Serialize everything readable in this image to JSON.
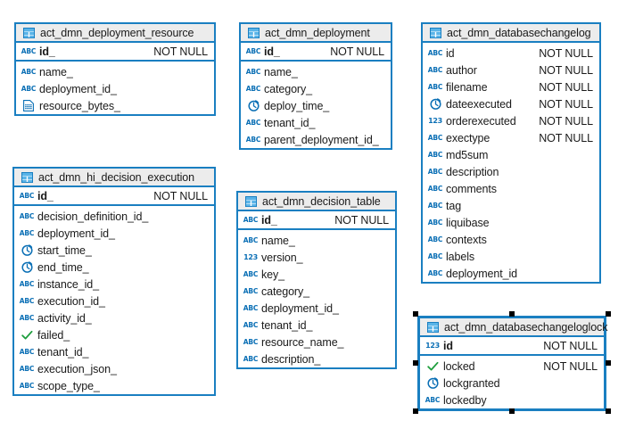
{
  "canvas": {
    "background": "#ffffff",
    "accent_color": "#1a7fc1",
    "header_background": "#ececec",
    "icon_color": "#0a6fb5",
    "boolean_icon_color": "#1e9e3e",
    "text_color": "#1a1a1a"
  },
  "flags": {
    "not_null": "NOT NULL"
  },
  "icons": {
    "table": "table-icon",
    "varchar": "abc-icon",
    "number": "123-icon",
    "timestamp": "clock-icon",
    "boolean": "check-icon",
    "blob": "blob-icon"
  },
  "entities": [
    {
      "name": "act_dmn_deployment_resource",
      "selected": false,
      "pk_divider": true,
      "keys": [
        {
          "name": "id_",
          "icon": "abc-icon",
          "flag": "NOT NULL"
        }
      ],
      "columns": [
        {
          "name": "name_",
          "icon": "abc-icon",
          "flag": ""
        },
        {
          "name": "deployment_id_",
          "icon": "abc-icon",
          "flag": ""
        },
        {
          "name": "resource_bytes_",
          "icon": "blob-icon",
          "flag": ""
        }
      ]
    },
    {
      "name": "act_dmn_deployment",
      "selected": false,
      "pk_divider": true,
      "keys": [
        {
          "name": "id_",
          "icon": "abc-icon",
          "flag": "NOT NULL"
        }
      ],
      "columns": [
        {
          "name": "name_",
          "icon": "abc-icon",
          "flag": ""
        },
        {
          "name": "category_",
          "icon": "abc-icon",
          "flag": ""
        },
        {
          "name": "deploy_time_",
          "icon": "clock-icon",
          "flag": ""
        },
        {
          "name": "tenant_id_",
          "icon": "abc-icon",
          "flag": ""
        },
        {
          "name": "parent_deployment_id_",
          "icon": "abc-icon",
          "flag": ""
        }
      ]
    },
    {
      "name": "act_dmn_databasechangelog",
      "selected": false,
      "pk_divider": false,
      "keys": [],
      "columns": [
        {
          "name": "id",
          "icon": "abc-icon",
          "flag": "NOT NULL"
        },
        {
          "name": "author",
          "icon": "abc-icon",
          "flag": "NOT NULL"
        },
        {
          "name": "filename",
          "icon": "abc-icon",
          "flag": "NOT NULL"
        },
        {
          "name": "dateexecuted",
          "icon": "clock-icon",
          "flag": "NOT NULL"
        },
        {
          "name": "orderexecuted",
          "icon": "123-icon",
          "flag": "NOT NULL"
        },
        {
          "name": "exectype",
          "icon": "abc-icon",
          "flag": "NOT NULL"
        },
        {
          "name": "md5sum",
          "icon": "abc-icon",
          "flag": ""
        },
        {
          "name": "description",
          "icon": "abc-icon",
          "flag": ""
        },
        {
          "name": "comments",
          "icon": "abc-icon",
          "flag": ""
        },
        {
          "name": "tag",
          "icon": "abc-icon",
          "flag": ""
        },
        {
          "name": "liquibase",
          "icon": "abc-icon",
          "flag": ""
        },
        {
          "name": "contexts",
          "icon": "abc-icon",
          "flag": ""
        },
        {
          "name": "labels",
          "icon": "abc-icon",
          "flag": ""
        },
        {
          "name": "deployment_id",
          "icon": "abc-icon",
          "flag": ""
        }
      ]
    },
    {
      "name": "act_dmn_hi_decision_execution",
      "selected": false,
      "pk_divider": true,
      "keys": [
        {
          "name": "id_",
          "icon": "abc-icon",
          "flag": "NOT NULL"
        }
      ],
      "columns": [
        {
          "name": "decision_definition_id_",
          "icon": "abc-icon",
          "flag": ""
        },
        {
          "name": "deployment_id_",
          "icon": "abc-icon",
          "flag": ""
        },
        {
          "name": "start_time_",
          "icon": "clock-icon",
          "flag": ""
        },
        {
          "name": "end_time_",
          "icon": "clock-icon",
          "flag": ""
        },
        {
          "name": "instance_id_",
          "icon": "abc-icon",
          "flag": ""
        },
        {
          "name": "execution_id_",
          "icon": "abc-icon",
          "flag": ""
        },
        {
          "name": "activity_id_",
          "icon": "abc-icon",
          "flag": ""
        },
        {
          "name": "failed_",
          "icon": "check-icon",
          "flag": ""
        },
        {
          "name": "tenant_id_",
          "icon": "abc-icon",
          "flag": ""
        },
        {
          "name": "execution_json_",
          "icon": "abc-icon",
          "flag": ""
        },
        {
          "name": "scope_type_",
          "icon": "abc-icon",
          "flag": ""
        }
      ]
    },
    {
      "name": "act_dmn_decision_table",
      "selected": false,
      "pk_divider": true,
      "keys": [
        {
          "name": "id_",
          "icon": "abc-icon",
          "flag": "NOT NULL"
        }
      ],
      "columns": [
        {
          "name": "name_",
          "icon": "abc-icon",
          "flag": ""
        },
        {
          "name": "version_",
          "icon": "123-icon",
          "flag": ""
        },
        {
          "name": "key_",
          "icon": "abc-icon",
          "flag": ""
        },
        {
          "name": "category_",
          "icon": "abc-icon",
          "flag": ""
        },
        {
          "name": "deployment_id_",
          "icon": "abc-icon",
          "flag": ""
        },
        {
          "name": "tenant_id_",
          "icon": "abc-icon",
          "flag": ""
        },
        {
          "name": "resource_name_",
          "icon": "abc-icon",
          "flag": ""
        },
        {
          "name": "description_",
          "icon": "abc-icon",
          "flag": ""
        }
      ]
    },
    {
      "name": "act_dmn_databasechangeloglock",
      "selected": true,
      "pk_divider": true,
      "keys": [
        {
          "name": "id",
          "icon": "123-icon",
          "flag": "NOT NULL"
        }
      ],
      "columns": [
        {
          "name": "locked",
          "icon": "check-icon",
          "flag": "NOT NULL"
        },
        {
          "name": "lockgranted",
          "icon": "clock-icon",
          "flag": ""
        },
        {
          "name": "lockedby",
          "icon": "abc-icon",
          "flag": ""
        }
      ]
    }
  ]
}
